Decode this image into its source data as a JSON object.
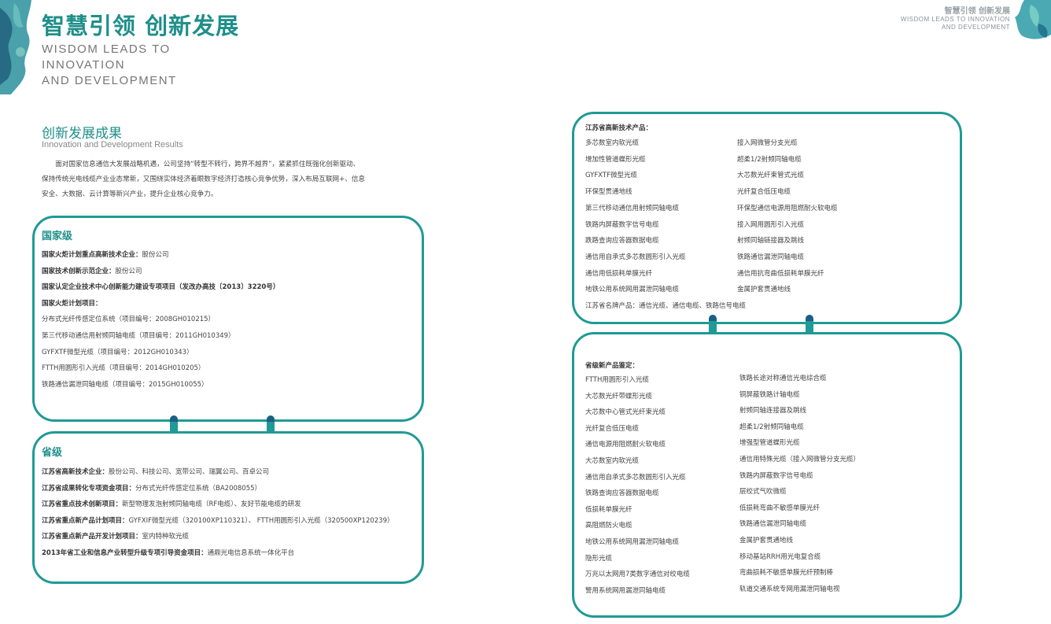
{
  "header": {
    "title_cn": "智慧引领 创新发展",
    "title_en": [
      "WISDOM LEADS TO",
      "INNOVATION",
      "AND DEVELOPMENT"
    ],
    "corner_cn": "智慧引领 创新发展",
    "corner_en": [
      "WISDOM LEADS TO INNOVATION",
      "AND DEVELOPMENT"
    ]
  },
  "section": {
    "title": "创新发展成果",
    "subtitle": "Innovation and Development Results",
    "intro": [
      "面对国家信息通信大发展战略机遇，公司坚持“转型不转行，跨界不越界”，紧紧抓住既强化创新驱动、",
      "保持传统光电线缆产业业态常新，又围绕实体经济着眼数字经济打造核心竞争优势，深入布局互联网+、信息",
      "安全、大数据、云计算等新兴产业，提升企业核心竞争力。"
    ]
  },
  "national": {
    "heading": "国家级",
    "items": [
      {
        "label": "国家火炬计划重点高新技术企业：",
        "value": "股份公司"
      },
      {
        "label": "国家技术创新示范企业：",
        "value": "股份公司"
      },
      {
        "label": "国家认定企业技术中心创新能力建设专项项目（发改办高技〔2013〕3220号）",
        "value": ""
      },
      {
        "label": "国家火炬计划项目：",
        "value": ""
      },
      {
        "label": "",
        "value": "分布式光纤传感定位系统（项目编号：2008GH010215）"
      },
      {
        "label": "",
        "value": "第三代移动通信用射频同轴电缆（项目编号：2011GH010349）"
      },
      {
        "label": "",
        "value": "GYFXTF微型光缆（项目编号：2012GH010343）"
      },
      {
        "label": "",
        "value": "FTTH用圆形引入光缆（项目编号：2014GH010205）"
      },
      {
        "label": "",
        "value": "铁路通信漏泄同轴电缆（项目编号：2015GH010055）"
      }
    ]
  },
  "provincial": {
    "heading": "省级",
    "items": [
      {
        "label": "江苏省高新技术企业：",
        "value": "股份公司、科技公司、宽带公司、瑞翼公司、百卓公司"
      },
      {
        "label": "江苏省成果转化专项资金项目：",
        "value": "分布式光纤传感定位系统（BA2008055）"
      },
      {
        "label": "江苏省重点技术创新项目：",
        "value": "新型物理发泡射频同轴电缆（RF电缆）、友好节能电缆的研发"
      },
      {
        "label": "江苏省重点新产品计划项目：",
        "value": "GYFXIF微型光缆（320100XP110321）、 FTTH用圆形引入光缆（320500XP120239）"
      },
      {
        "label": "江苏省重点新产品开发计划项目：",
        "value": "室内特种软光缆"
      },
      {
        "label": "2013年省工业和信息产业转型升级专项引导资金项目：",
        "value": "通鼎光电信息系统一体化平台"
      }
    ]
  },
  "hightech": {
    "heading": "江苏省高新技术产品：",
    "left": [
      "多芯数室内软光缆",
      "增加性管道蝶形光缆",
      "GYFXTF微型光缆",
      "环保型贯通地线",
      "第三代移动通信用射频同轴电缆",
      "铁路内屏蔽数字信号电缆",
      "跌路查询应答器数据电缆",
      "通信用自承式多芯数圆形引入光缆",
      "通信用低损耗单膜光纤",
      "地铁公用系统网用漏泄同轴电缆"
    ],
    "right": [
      "接入网微管分支光缆",
      "超柔1/2射频同轴电缆",
      "大芯数光纤束管式光缆",
      "光纤复合低压电缆",
      "环保型通信电源用阻燃耐火软电缆",
      "接入网用圆形引入光缆",
      "射频同轴链接器及跳线",
      "铁路通信漏泄同轴电缆",
      "通信用抗弯曲低损耗单膜光纤",
      "金属护套贯通地线"
    ],
    "brand": "江苏省名牌产品：通信光缆、通信电缆、铁路信号电缆"
  },
  "newproducts": {
    "heading": "省级新产品鉴定：",
    "left": [
      "FTTH用圆形引入光缆",
      "大芯数光纤带蝶形光缆",
      "大芯数中心管式光纤束光缆",
      "光纤复合低压电缆",
      "通信电源用阻燃耐火软电缆",
      "大芯数室内软光缆",
      "通信用自承式多芯数圆形引入光缆",
      "铁路查询应答器数据电缆",
      "低损耗单膜光纤",
      "高阻燃防火电缆",
      "地铁公用系统网用漏泄同轴电缆",
      "隐形光缆",
      "万兆以太网用7类数字通信对绞电缆",
      "警用系统网用漏泄同轴电缆"
    ],
    "right": [
      "铁路长途对称通信光电综合缆",
      "铜屏蔽铁路计轴电缆",
      "射频同轴连接器及跳线",
      "超柔1/2射频同轴电缆",
      "增强型管道蝶形光缆",
      "通信用特殊光缆（接入网微管分支光缆）",
      "铁路内屏蔽数字信号电缆",
      "层绞式气吹微缆",
      "低损耗弯曲不敏感单膜光纤",
      "铁路通信漏泄同轴电缆",
      "金属护套贯通地线",
      "移动基站RRH用光电复合缆",
      "弯曲损耗不敏感单膜光纤预制棒",
      "轨道交通系统专网用漏泄同轴电视"
    ]
  },
  "colors": {
    "accent": "#1f9a96",
    "title": "#1f8f8a",
    "connector_cap": "#1b5f86"
  }
}
